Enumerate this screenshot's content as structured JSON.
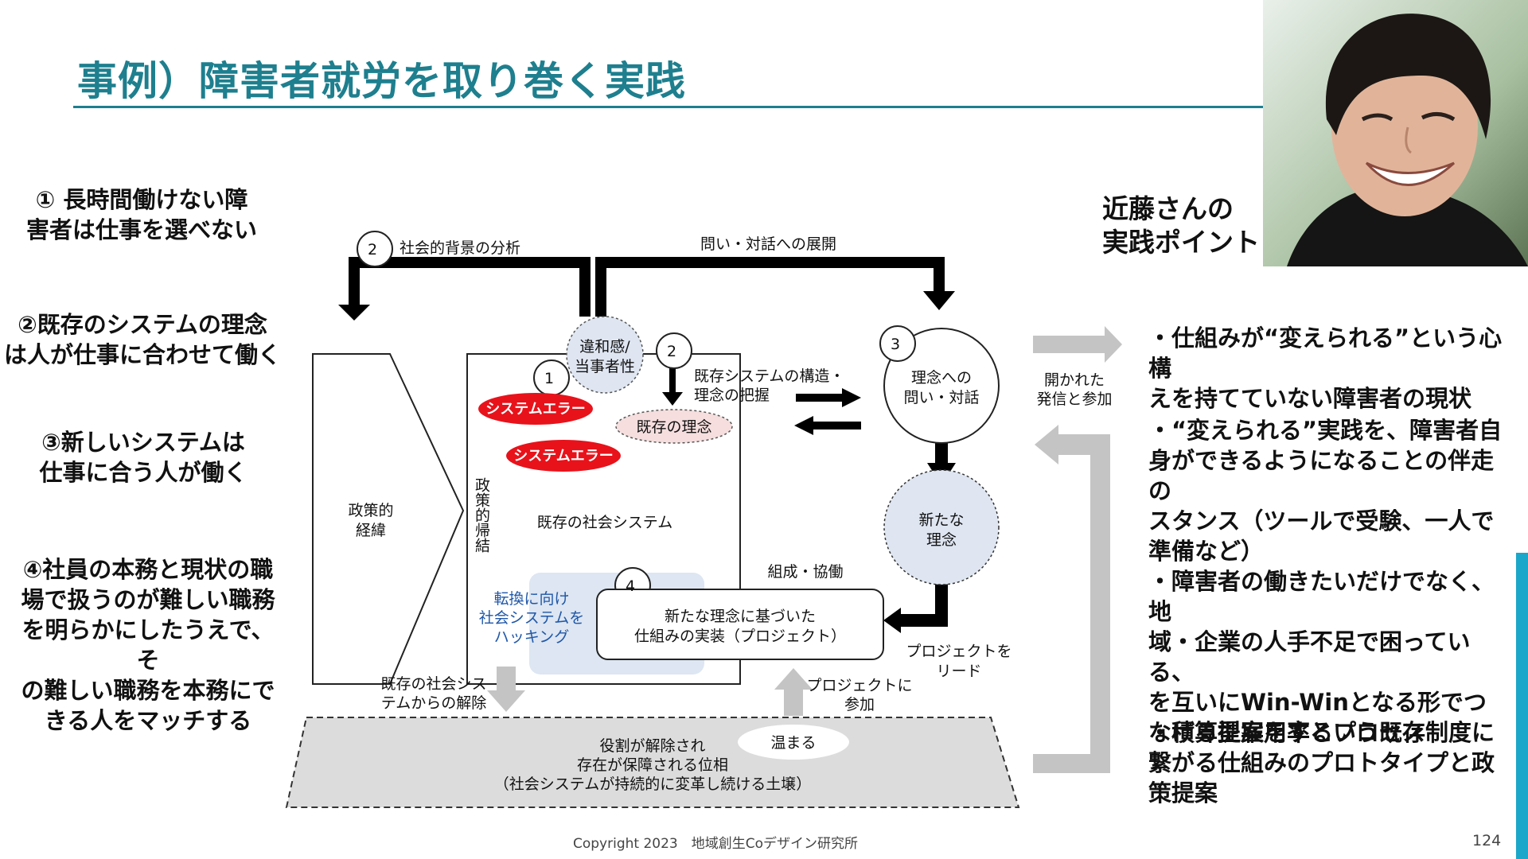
{
  "title": "事例）障害者就労を取り巻く実践",
  "left_points": [
    {
      "line1": "① 長時間働けない障",
      "line2": "害者は仕事を選べない"
    },
    {
      "line1": "②既存のシステムの理念",
      "line2": "は人が仕事に合わせて働く"
    },
    {
      "line1": "③新しいシステムは",
      "line2": "仕事に合う人が働く"
    },
    {
      "line1": "④社員の本務と現状の職",
      "line2": "場で扱うのが難しい職務",
      "line3": "を明らかにしたうえで、そ",
      "line4": "の難しい職務を本務にで",
      "line5": "きる人をマッチする"
    }
  ],
  "right_title": {
    "line1": "近藤さんの",
    "line2": "実践ポイント"
  },
  "right_points": [
    {
      "line1": "・仕組みが“変えられる”という心構",
      "line2": "えを持てていない障害者の現状"
    },
    {
      "line1": "・“変えられる”実践を、障害者自",
      "line2": "身ができるようになることの伴走の",
      "line3": "スタンス（ツールで受験、一人で",
      "line4": "準備など）"
    },
    {
      "line1": "・障害者の働きたいだけでなく、地",
      "line2": "域・企業の人手不足で困っている、",
      "line3": "を互いにWin-Winとなる形でつ",
      "line4": "なげる提案をするプロセス"
    },
    {
      "line1": "・積算型雇用率という既存制度に",
      "line2": "繋がる仕組みのプロトタイプと政",
      "line3": "策提案"
    }
  ],
  "diagram": {
    "arrow_top_left": "社会的背景の分析",
    "arrow_top_right": "問い・対話への展開",
    "num1": "1",
    "num2": "2",
    "num3": "3",
    "num4": "4",
    "iwakan_1": "違和感/",
    "iwakan_2": "当事者性",
    "system_error": "システムエラー",
    "kison_rinen": "既存の理念",
    "kison_kozo_1": "既存システムの構造・",
    "kison_kozo_2": "理念の把握",
    "rinen_toi_1": "理念への",
    "rinen_toi_2": "問い・対話",
    "arata_rinen_1": "新たな",
    "arata_rinen_2": "理念",
    "seisaku_keii_1": "政策的",
    "seisaku_keii_2": "経緯",
    "seisaku_kiketsu": "政策的帰結",
    "kison_shakai": "既存の社会システム",
    "tenkan_1": "転換に向け",
    "tenkan_2": "社会システムを",
    "tenkan_3": "ハッキング",
    "soshiki": "組成・協働",
    "jisso_1": "新たな理念に基づいた",
    "jisso_2": "仕組みの実装（プロジェクト）",
    "lead_1": "プロジェクトを",
    "lead_2": "リード",
    "kaijo_1": "既存の社会シス",
    "kaijo_2": "テムからの解除",
    "sanka_1": "プロジェクトに",
    "sanka_2": "参加",
    "atatamaru": "温まる",
    "base_1": "役割が解除され",
    "base_2": "存在が保障される位相",
    "base_3": "（社会システムが持続的に変革し続ける土壌）",
    "hirakareta_1": "開かれた",
    "hirakareta_2": "発信と参加",
    "colors": {
      "error_red": "#e8121b",
      "circle_blue": "#dfe6f2",
      "accent": "#1e7f8e",
      "gray_arrow": "#c4c4c4"
    }
  },
  "footer": "Copyright 2023　地域創生Coデザイン研究所",
  "page_number": "124"
}
